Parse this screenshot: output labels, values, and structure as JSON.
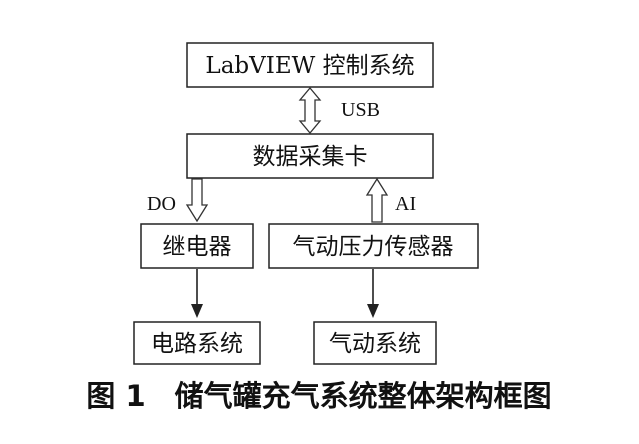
{
  "diagram": {
    "nodes": {
      "labview": "LabVIEW 控制系统",
      "daq": "数据采集卡",
      "relay": "继电器",
      "pressure_sensor": "气动压力传感器",
      "circuit": "电路系统",
      "pneumatic": "气动系统"
    },
    "edge_labels": {
      "usb": "USB",
      "do": "DO",
      "ai": "AI"
    },
    "caption": "图 1　储气罐充气系统整体架构框图"
  }
}
